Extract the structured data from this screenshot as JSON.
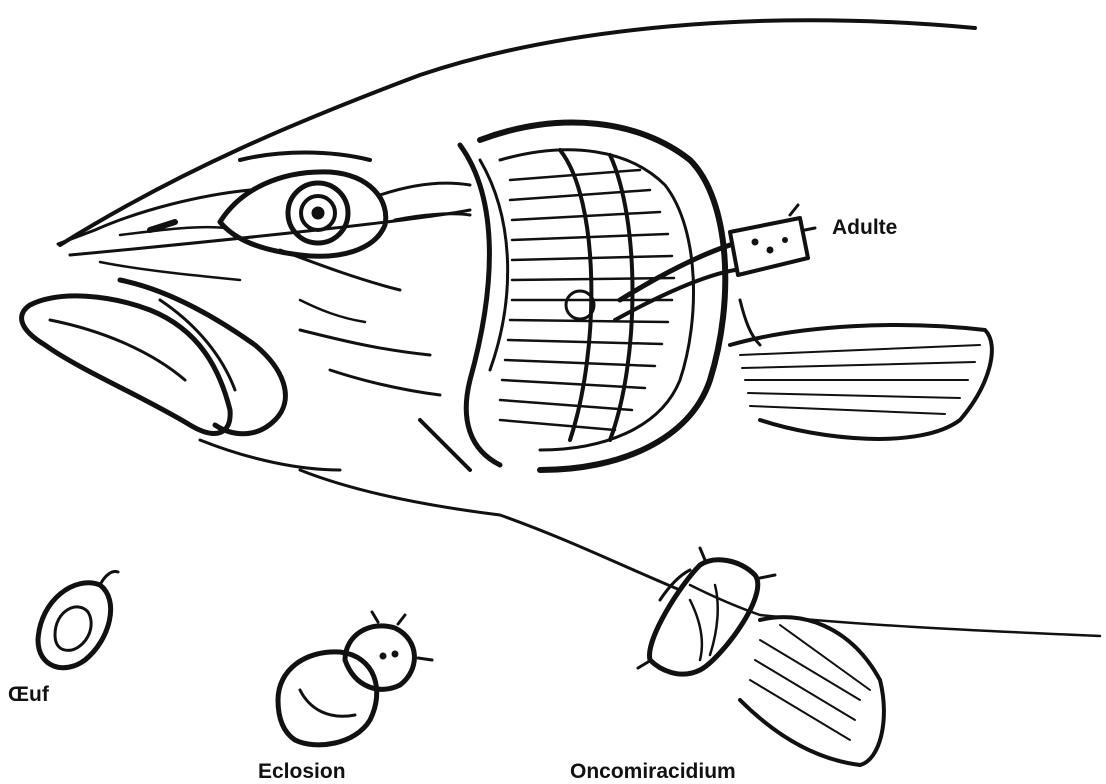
{
  "labels": {
    "adult": "Adulte",
    "egg": "Œuf",
    "hatching": "Eclosion",
    "oncomiracidium": "Oncomiracidium"
  },
  "colors": {
    "ink": "#111111",
    "background": "#ffffff"
  }
}
